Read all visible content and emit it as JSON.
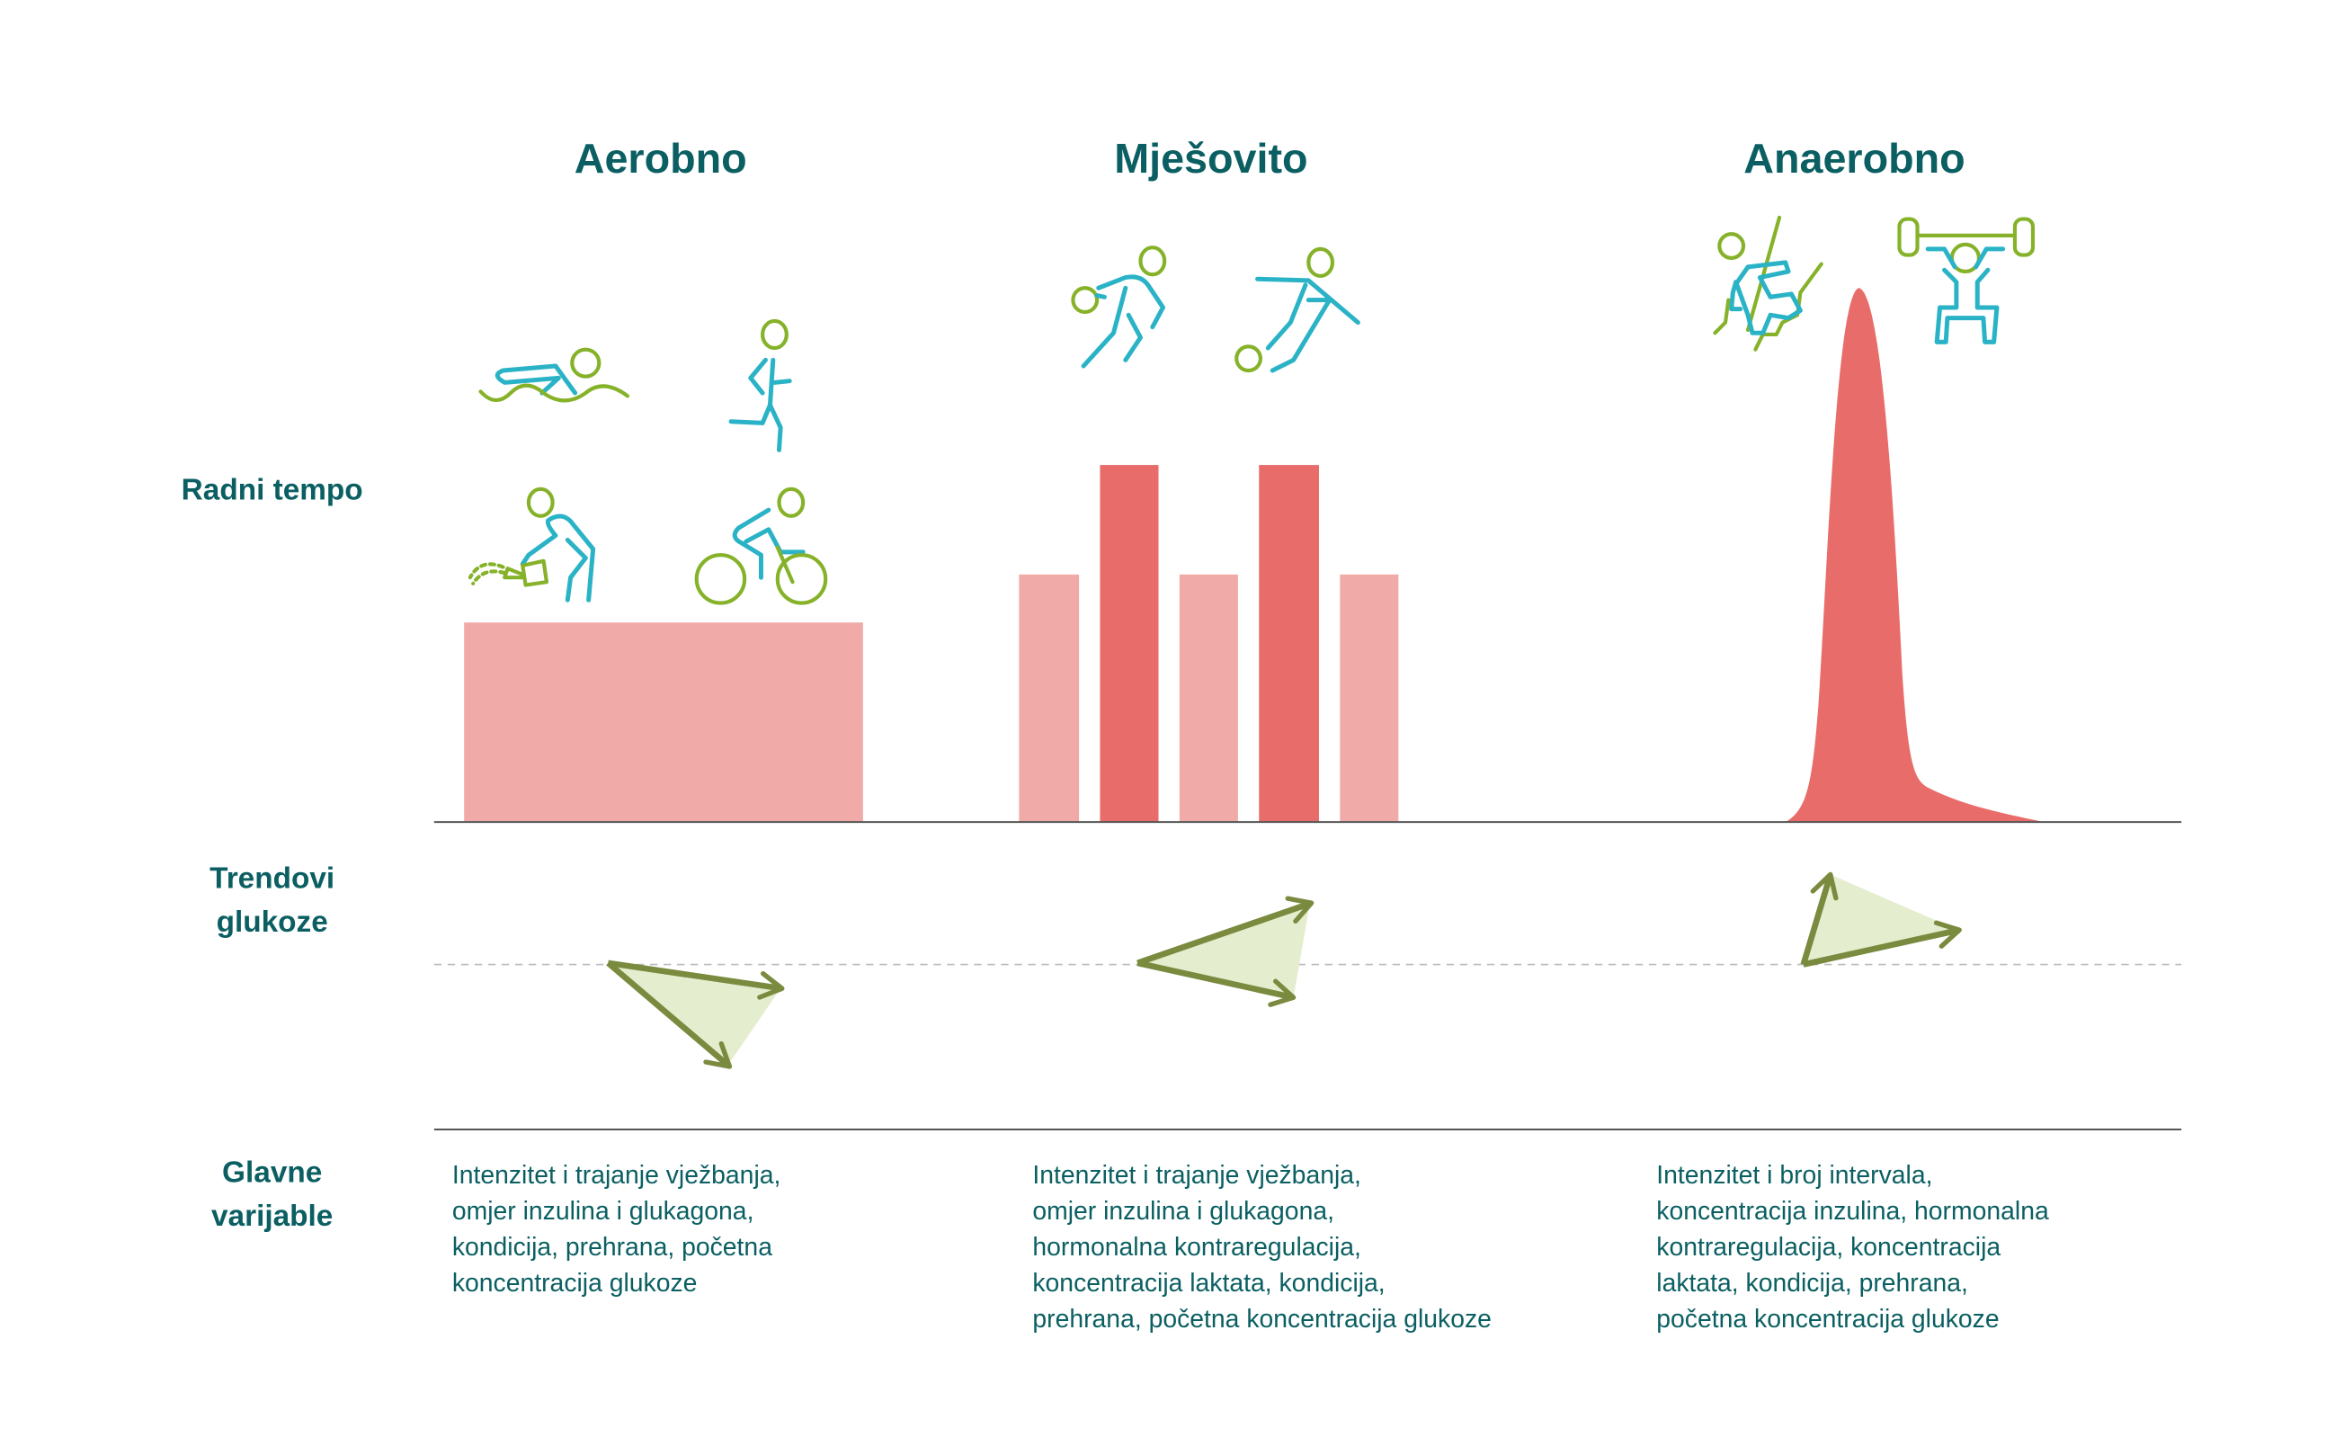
{
  "columns": [
    {
      "title": "Aerobno",
      "description": [
        "Intenzitet i trajanje vježbanja,",
        "omjer inzulina i glukagona,",
        "kondicija, prehrana, početna",
        "koncentracija glukoze"
      ],
      "icons": [
        "swimmer-icon",
        "runner-icon",
        "gardener-icon",
        "cyclist-icon"
      ],
      "glucose_trend": "down"
    },
    {
      "title": "Mješovito",
      "description": [
        "Intenzitet i trajanje vježbanja,",
        "omjer inzulina i glukagona,",
        "hormonalna kontraregulacija,",
        "koncentracija laktata, kondicija,",
        "prehrana, početna koncentracija glukoze"
      ],
      "icons": [
        "basketball-player-icon",
        "soccer-player-icon"
      ],
      "glucose_trend": "variable"
    },
    {
      "title": "Anaerobno",
      "description": [
        "Intenzitet i broj intervala,",
        "koncentracija inzulina, hormonalna",
        "kontraregulacija, koncentracija",
        "laktata, kondicija, prehrana,",
        "početna koncentracija glukoze"
      ],
      "icons": [
        "climber-icon",
        "weightlifter-icon"
      ],
      "glucose_trend": "up"
    }
  ],
  "rows": {
    "workload": "Radni tempo",
    "glucose": [
      "Trendovi",
      "glukoze"
    ],
    "variables": [
      "Glavne",
      "varijable"
    ]
  },
  "colors": {
    "text": "#0b5f62",
    "bar_light": "#f0aaa8",
    "bar_dark": "#e86d6a",
    "arrow": "#7a8a3e",
    "arrow_fill": "#e5edcf",
    "icon_blue": "#2ab3c6",
    "icon_green": "#86b22a"
  },
  "workload_levels": {
    "aerobic": 0.56,
    "mixed_low": 0.69,
    "mixed_high": 1.0,
    "anaerobic_peak": 1.5
  }
}
